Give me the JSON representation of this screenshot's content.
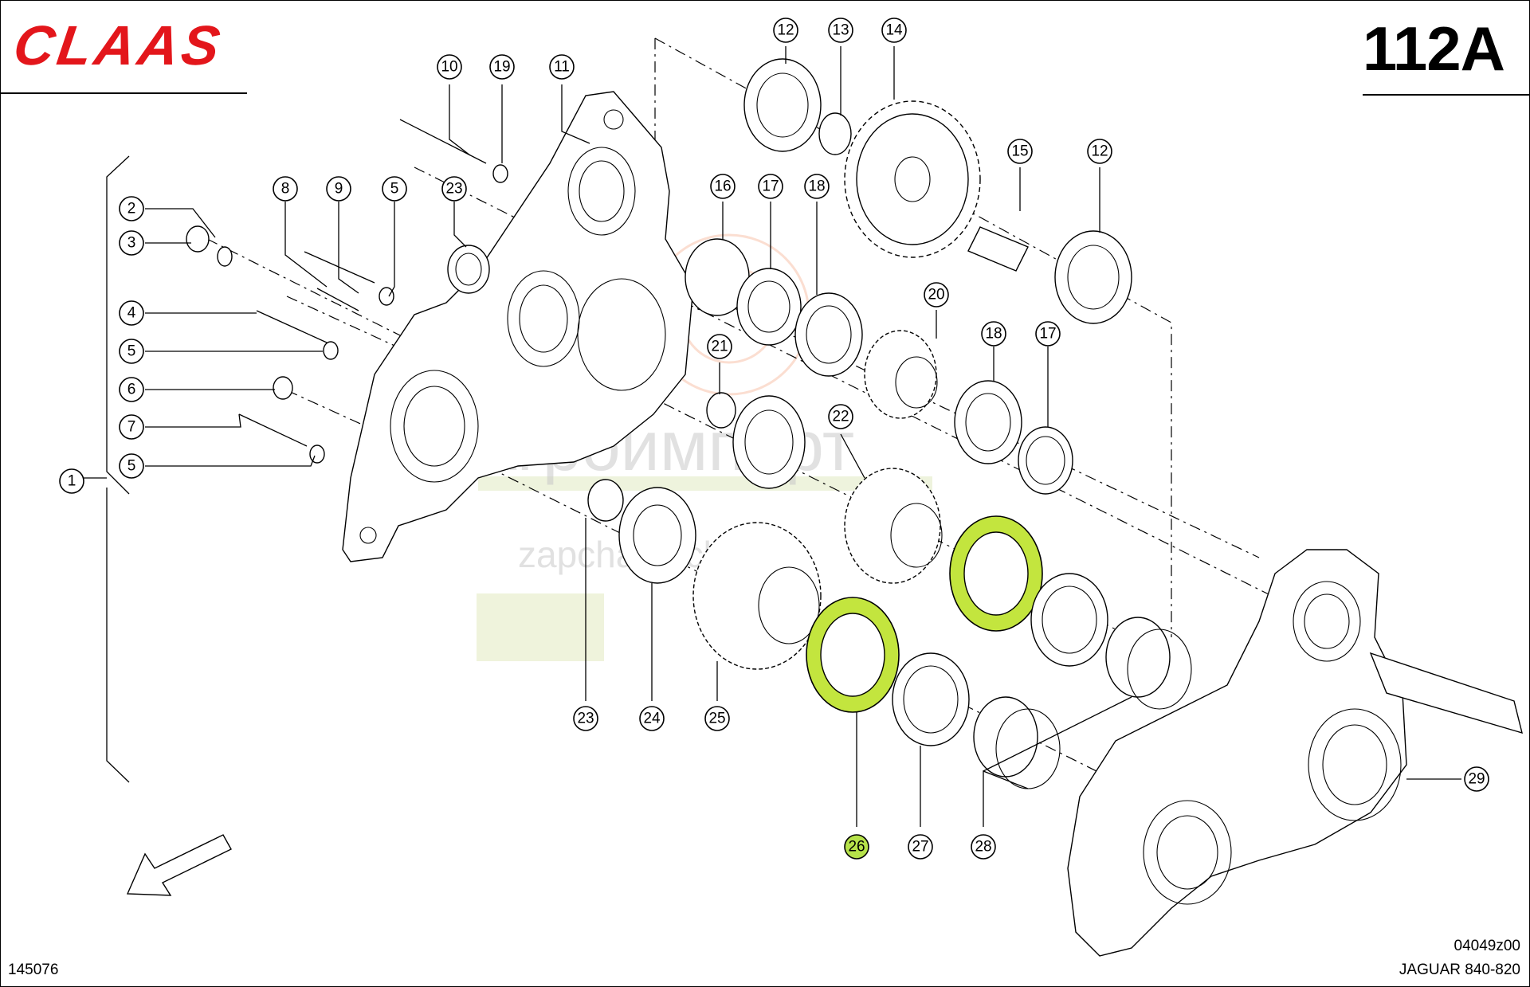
{
  "header": {
    "brand": "CLAAS",
    "page_number": "112A"
  },
  "footer": {
    "drawing_id": "04049z00",
    "model": "JAGUAR 840-820",
    "document_number": "145076"
  },
  "watermark": {
    "line1": "Агроимпорт",
    "line2": "zapchasti-claas"
  },
  "colors": {
    "brand_red": "#e3161b",
    "highlight_green": "#b6e24a"
  },
  "callouts": [
    {
      "label": "1"
    },
    {
      "label": "2"
    },
    {
      "label": "3"
    },
    {
      "label": "4"
    },
    {
      "label": "5"
    },
    {
      "label": "6"
    },
    {
      "label": "7"
    },
    {
      "label": "5"
    },
    {
      "label": "8"
    },
    {
      "label": "9"
    },
    {
      "label": "5"
    },
    {
      "label": "10"
    },
    {
      "label": "19"
    },
    {
      "label": "11"
    },
    {
      "label": "23"
    },
    {
      "label": "12"
    },
    {
      "label": "13"
    },
    {
      "label": "14"
    },
    {
      "label": "15"
    },
    {
      "label": "12"
    },
    {
      "label": "16"
    },
    {
      "label": "17"
    },
    {
      "label": "18"
    },
    {
      "label": "20"
    },
    {
      "label": "18"
    },
    {
      "label": "17"
    },
    {
      "label": "21"
    },
    {
      "label": "22"
    },
    {
      "label": "23"
    },
    {
      "label": "24"
    },
    {
      "label": "25"
    },
    {
      "label": "26",
      "highlighted": true
    },
    {
      "label": "27"
    },
    {
      "label": "28"
    },
    {
      "label": "29"
    }
  ]
}
